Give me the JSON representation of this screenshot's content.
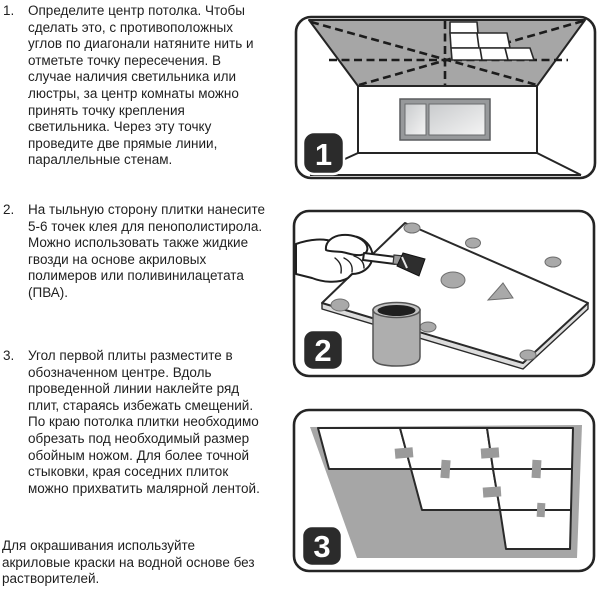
{
  "colors": {
    "page_bg": "#ffffff",
    "text_color": "#1f1f1f",
    "outline": "#252525",
    "ceiling_gray": "#a6a6a6",
    "dot_gray": "#a9a9a9",
    "tape_gray": "#9a9a9a",
    "badge_bg": "#2b2b2b",
    "badge_text": "#ffffff"
  },
  "steps": [
    {
      "number": "1.",
      "lines": [
        "Определите центр потолка. Чтобы",
        "сделать это, с противоположных",
        "углов по диагонали натяните нить и",
        "отметьте точку пересечения. В",
        "случае наличия светильника или",
        "люстры, за центр комнаты можно",
        "принять точку крепления",
        "светильника. Через эту точку",
        "проведите две прямые линии,",
        "параллельные стенам."
      ]
    },
    {
      "number": "2.",
      "lines": [
        "На тыльную сторону плитки нанесите",
        "5-6 точек клея для пенополистирола.",
        "Можно использовать также жидкие",
        "гвозди на основе акриловых",
        "полимеров или поливинилацетата",
        "(ПВА)."
      ]
    },
    {
      "number": "3.",
      "lines": [
        "Угол первой плиты разместите в",
        "обозначенном центре. Вдоль",
        "проведенной линии наклейте ряд",
        "плит, стараясь избежать смещений.",
        "По краю потолка плитки необходимо",
        "обрезать под необходимый размер",
        "обойным ножом. Для более точной",
        "стыковки, края соседних плиток",
        "можно прихватить малярной лентой."
      ]
    }
  ],
  "footer_lines": [
    "Для окрашивания используйте",
    "акриловые краски на водной основе без",
    "растворителей."
  ],
  "figures": [
    {
      "badge": "1"
    },
    {
      "badge": "2"
    },
    {
      "badge": "3"
    }
  ]
}
